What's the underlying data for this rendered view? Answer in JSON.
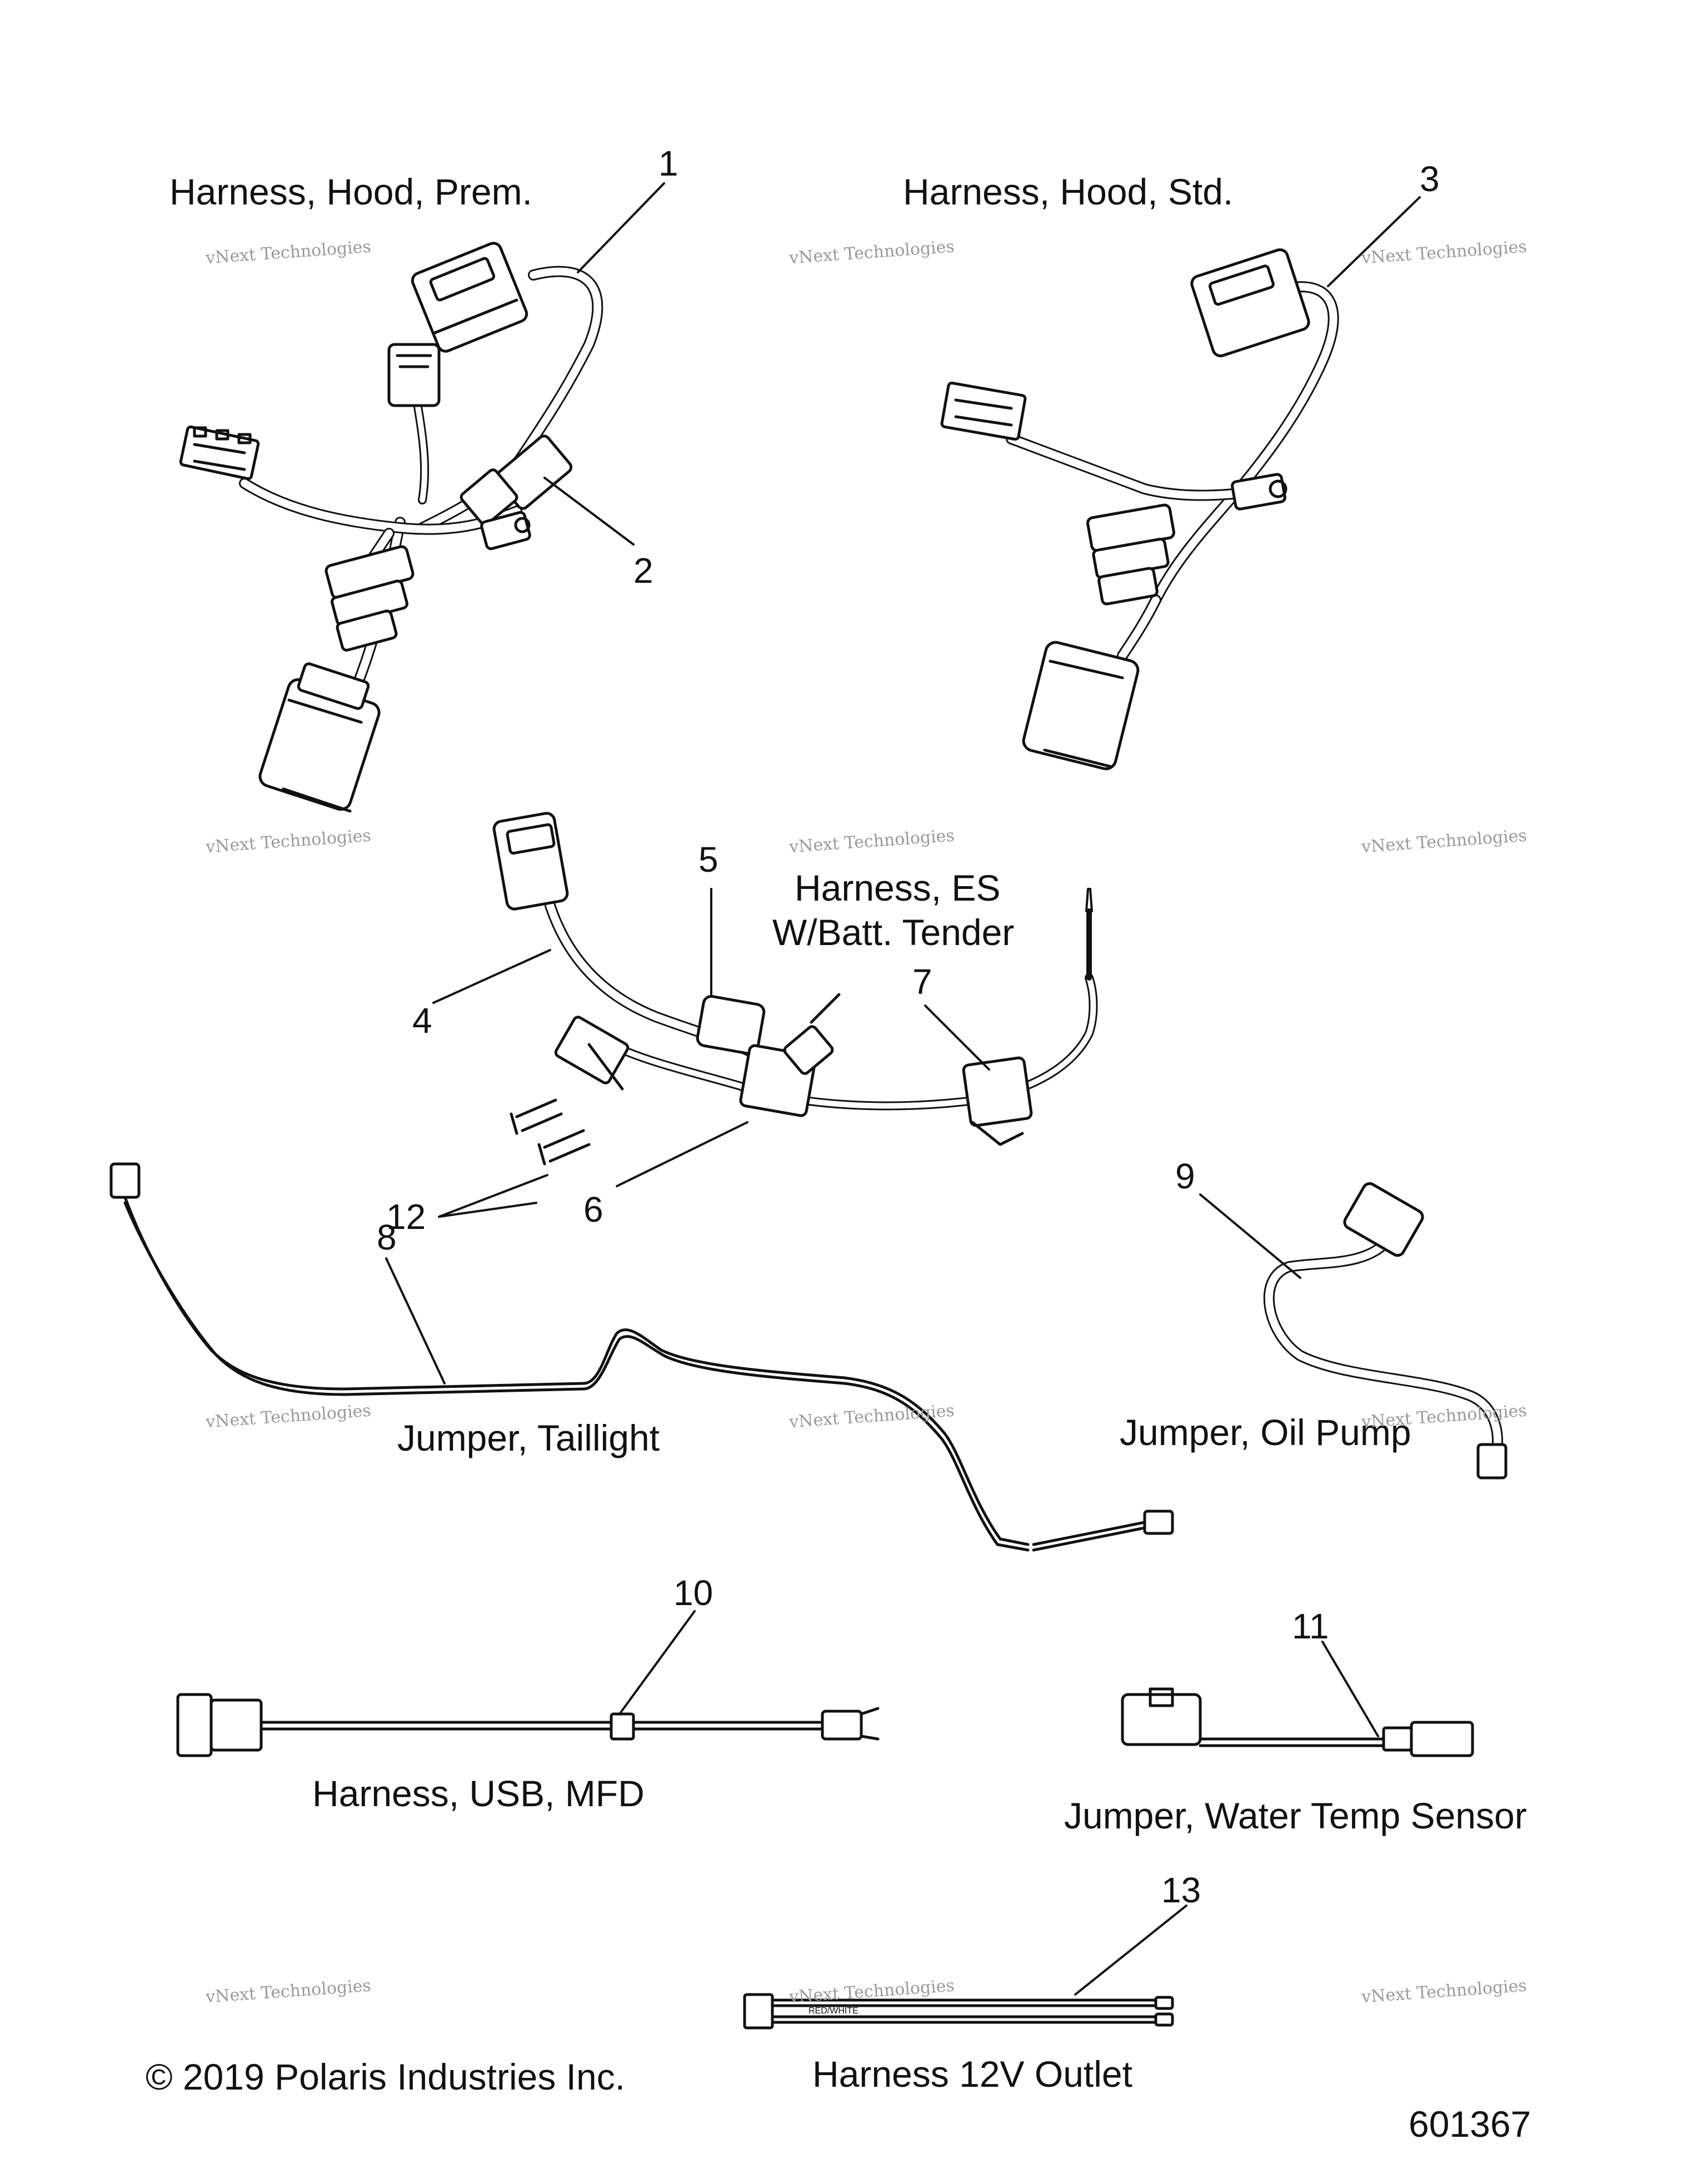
{
  "labels": {
    "harness_hood_prem": "Harness, Hood, Prem.",
    "harness_hood_std": "Harness, Hood, Std.",
    "harness_es": "Harness, ES",
    "harness_es_line2": "W/Batt. Tender",
    "jumper_taillight": "Jumper, Taillight",
    "jumper_oil_pump": "Jumper, Oil Pump",
    "harness_usb": "Harness, USB, MFD",
    "jumper_water_temp": "Jumper, Water Temp Sensor",
    "harness_12v": "Harness 12V Outlet",
    "copyright": "© 2019 Polaris Industries Inc.",
    "diagram_number": "601367",
    "wire_tag": "RED/WHITE"
  },
  "callouts": [
    "1",
    "2",
    "3",
    "4",
    "5",
    "6",
    "7",
    "8",
    "9",
    "10",
    "11",
    "12",
    "13"
  ],
  "watermark": {
    "line1": "vNext Technologies",
    "line2": "vNext",
    "line3": "Technologies"
  }
}
